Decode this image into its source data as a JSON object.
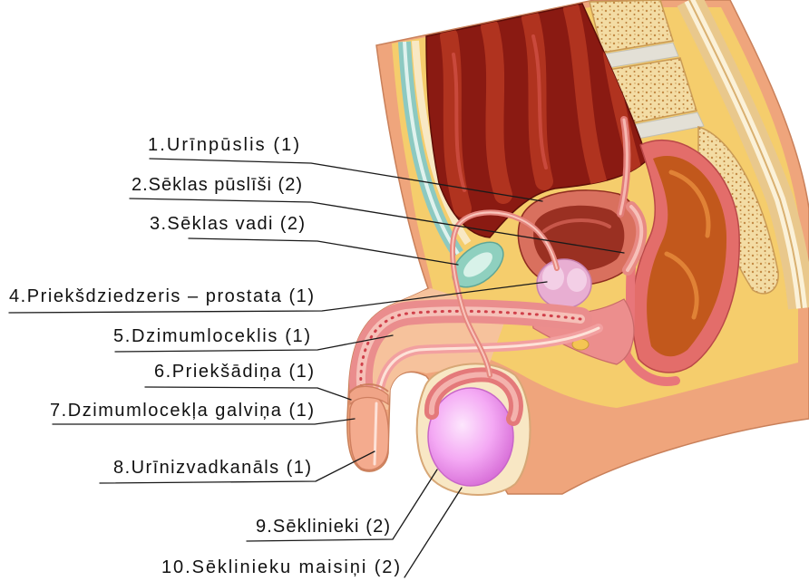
{
  "labels": [
    {
      "text": "1.Urīnpūslis (1)"
    },
    {
      "text": "2.Sēklas pūslīši (2)"
    },
    {
      "text": "3.Sēklas vadi (2)"
    },
    {
      "text": "4.Priekšdziedzeris – prostata (1)"
    },
    {
      "text": "5.Dzimumloceklis (1)"
    },
    {
      "text": "6.Priekšādiņa (1)"
    },
    {
      "text": "7.Dzimumlocekļa galviņa (1)"
    },
    {
      "text": "8.Urīnizvadkanāls (1)"
    },
    {
      "text": "9.Sēklinieki (2)"
    },
    {
      "text": "10.Sēklinieku maisiņi (2)"
    }
  ],
  "colors": {
    "label_text": "#111111",
    "leader_line": "#1a1a1a",
    "skin": "#efa57c",
    "fat": "#f5cd6c",
    "intestine": "#8a1a12",
    "testicle": "#f4a9f4",
    "scrotum": "#f8e7c4",
    "prostate": "#e8aed2",
    "pubic_bone": "#8fd0bf"
  }
}
